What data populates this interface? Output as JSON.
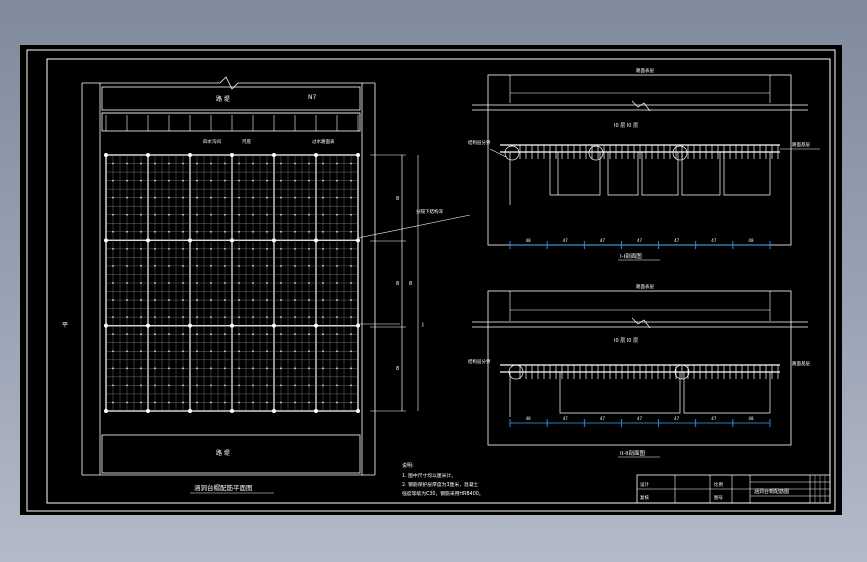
{
  "drawing": {
    "plan_title": "涵洞台帽配筋平面图",
    "top_section_title": "I-I剖面图",
    "bottom_section_title": "II-II剖面图",
    "plan_band_label": "路 堤",
    "plan_band_code": "N7",
    "plan_bottom_band_label": "路 堤",
    "plan_side_dim": "平",
    "plan_right_dim": "I",
    "plan_dim_marks": [
      "8",
      "8",
      "8",
      "8"
    ],
    "plan_leader_1": "四水沟间",
    "plan_leader_2": "河底",
    "plan_leader_3": "过水路面表",
    "plan_leader_4": "分隔下结构深",
    "section_top_bar": "路面表层",
    "section_mid_label": "I0 层 I0 层",
    "section_left_tag": "结构层分界",
    "section_right_tag": "路面基层",
    "section_dims": [
      "48",
      "47",
      "47",
      "47",
      "47",
      "47",
      "48"
    ],
    "notes": {
      "heading": "说明:",
      "lines": [
        "1. 图中尺寸均以厘米计。",
        "2. 钢筋保护层厚度为3厘米，混凝土",
        "   强度等级为C30，钢筋采用HRB400。"
      ]
    },
    "title_block": {
      "drawing_name": "涵洞台帽配筋图",
      "scale_label": "比例",
      "designer_label": "设计",
      "checker_label": "复核",
      "sheet_label": "图号"
    }
  }
}
